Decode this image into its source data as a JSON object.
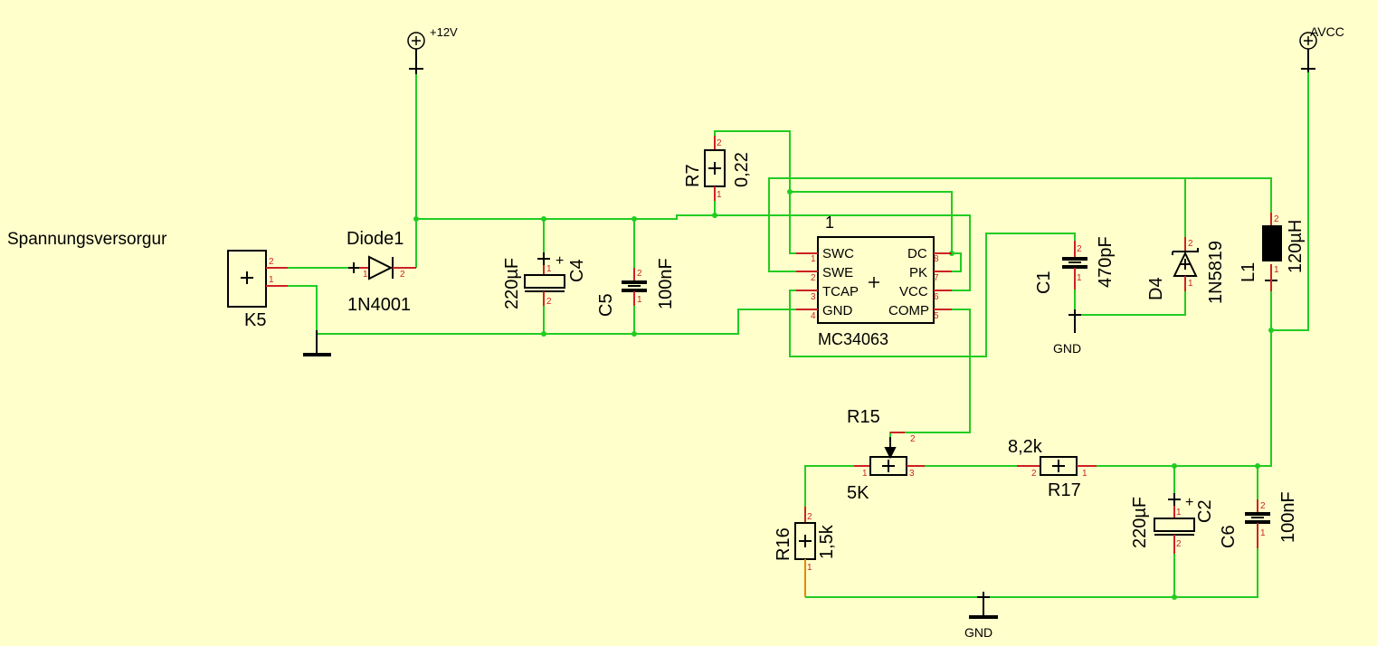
{
  "title": "Spannungsversorgur",
  "power": {
    "vin": "+12V",
    "vout": "AVCC",
    "gnd": "GND"
  },
  "components": {
    "K5": {
      "ref": "K5"
    },
    "Diode1": {
      "ref": "Diode1",
      "value": "1N4001"
    },
    "C4": {
      "ref": "C4",
      "value": "220µF"
    },
    "C5": {
      "ref": "C5",
      "value": "100nF"
    },
    "R7": {
      "ref": "R7",
      "value": "0,22"
    },
    "U1": {
      "ref": "1",
      "value": "MC34063",
      "pins": [
        "SWC",
        "SWE",
        "TCAP",
        "GND",
        "DC",
        "PK",
        "VCC",
        "COMP"
      ]
    },
    "C1": {
      "ref": "C1",
      "value": "470pF"
    },
    "D4": {
      "ref": "D4",
      "value": "1N5819"
    },
    "L1": {
      "ref": "L1",
      "value": "120µH"
    },
    "R15": {
      "ref": "R15",
      "value": "5K"
    },
    "R17": {
      "ref": "R17",
      "value": "8,2k"
    },
    "R16": {
      "ref": "R16",
      "value": "1,5k"
    },
    "C2": {
      "ref": "C2",
      "value": "220µF"
    },
    "C6": {
      "ref": "C6",
      "value": "100nF"
    }
  },
  "colors": {
    "background": "#FFFFCC",
    "wire": "#22CC22",
    "pin": "#CC2222",
    "symbol": "#000000"
  }
}
